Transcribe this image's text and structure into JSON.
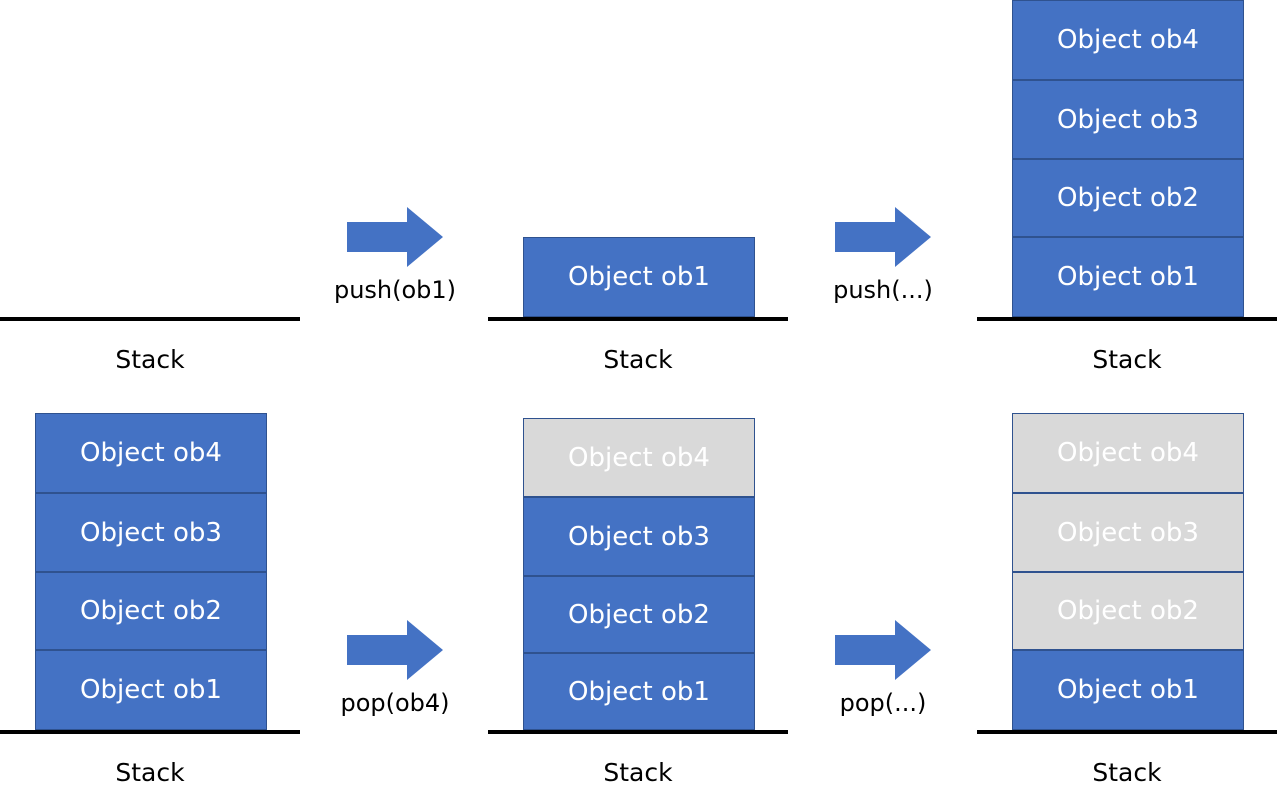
{
  "colors": {
    "block_active": "#4472c4",
    "block_border": "#2f528f",
    "block_popped": "#d9d9d9",
    "block_text": "#ffffff",
    "baseline": "#000000"
  },
  "stack_label": "Stack",
  "operations": {
    "push_ob1": "push(ob1)",
    "push_more": "push(...)",
    "pop_ob4": "pop(ob4)",
    "pop_more": "pop(...)"
  },
  "panels": {
    "empty": {
      "blocks": []
    },
    "after_push_ob1": {
      "blocks": [
        {
          "label": "Object ob1",
          "state": "active"
        }
      ]
    },
    "after_push_more": {
      "blocks": [
        {
          "label": "Object ob4",
          "state": "active"
        },
        {
          "label": "Object ob3",
          "state": "active"
        },
        {
          "label": "Object ob2",
          "state": "active"
        },
        {
          "label": "Object ob1",
          "state": "active"
        }
      ]
    },
    "full": {
      "blocks": [
        {
          "label": "Object ob4",
          "state": "active"
        },
        {
          "label": "Object ob3",
          "state": "active"
        },
        {
          "label": "Object ob2",
          "state": "active"
        },
        {
          "label": "Object ob1",
          "state": "active"
        }
      ]
    },
    "after_pop_ob4": {
      "blocks": [
        {
          "label": "Object ob4",
          "state": "popped"
        },
        {
          "label": "Object ob3",
          "state": "active"
        },
        {
          "label": "Object ob2",
          "state": "active"
        },
        {
          "label": "Object ob1",
          "state": "active"
        }
      ]
    },
    "after_pop_more": {
      "blocks": [
        {
          "label": "Object ob4",
          "state": "popped"
        },
        {
          "label": "Object ob3",
          "state": "popped"
        },
        {
          "label": "Object ob2",
          "state": "popped"
        },
        {
          "label": "Object ob1",
          "state": "active"
        }
      ]
    }
  }
}
